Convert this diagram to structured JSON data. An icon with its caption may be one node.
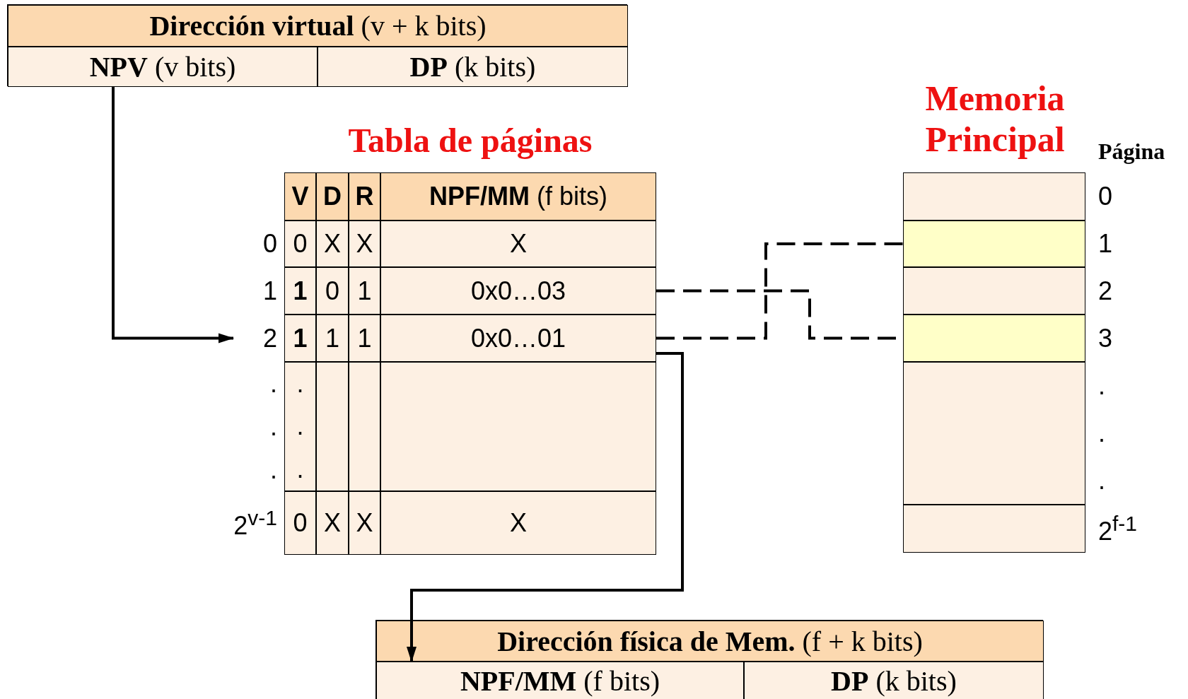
{
  "diagram": {
    "nodes": [
      {
        "text": [
          "**Dirección virtual** (v + k bits)"
        ]
      },
      {
        "text": [
          "**NPV** (v bits)"
        ],
        "in": 0
      },
      {
        "text": [
          "**DP** (k bits)"
        ],
        "in": 0
      },
      {
        "text": [
          "Tabla de páginas"
        ]
      },
      {
        "text": [
          "V",
          "D",
          "R",
          "**NPF/MM** (f bits)"
        ],
        "in": 3
      },
      {
        "text": [
          "0",
          "X",
          "X",
          "X"
        ],
        "beside": [
          "0"
        ],
        "in": 3
      },
      {
        "text": [
          "**1**",
          "0",
          "1",
          "0x0…03"
        ],
        "beside": [
          "1"
        ],
        "in": 3
      },
      {
        "text": [
          "**1**",
          "1",
          "1",
          "0x0…01"
        ],
        "beside": [
          "2"
        ],
        "in": 3
      },
      {
        "text": [
          ".",
          ".",
          "."
        ],
        "beside": [
          ".",
          ".",
          "."
        ],
        "in": 3
      },
      {
        "text": [
          "0",
          "X",
          "X",
          "X"
        ],
        "beside": [
          "2$^{v-1}$"
        ],
        "in": 3
      },
      {
        "text": [
          "Memoria Principal"
        ]
      },
      {
        "text": [],
        "shape": "box",
        "beside": [
          "0"
        ],
        "in": 10
      },
      {
        "text": [],
        "shape": "box",
        "beside": [
          "1"
        ],
        "in": 10
      },
      {
        "text": [],
        "shape": "box",
        "beside": [
          "2"
        ],
        "in": 10
      },
      {
        "text": [],
        "shape": "box",
        "beside": [
          "3"
        ],
        "in": 10
      },
      {
        "text": [],
        "shape": "box",
        "beside": [
          ".",
          ".",
          "."
        ],
        "in": 10
      },
      {
        "text": [],
        "shape": "box",
        "beside": [
          "2$^{f-1}$"
        ],
        "in": 10
      },
      {
        "text": [
          "**Dirección física de Mem.** (f + k bits)"
        ]
      },
      {
        "text": [
          "**NPF/MM** (f bits)"
        ],
        "in": 17
      },
      {
        "text": [
          "**DP** (k bits)"
        ],
        "in": 17
      }
    ],
    "edges": [
      {
        "from": 1,
        "to": 7,
        "arrow": "to"
      },
      {
        "from": 6,
        "to": 14,
        "arrow": "none",
        "style": "dashed"
      },
      {
        "from": 7,
        "to": 12,
        "arrow": "none",
        "style": "dashed"
      },
      {
        "from": 7,
        "to": 18,
        "arrow": "to"
      }
    ],
    "labels": [
      "Página"
    ]
  }
}
